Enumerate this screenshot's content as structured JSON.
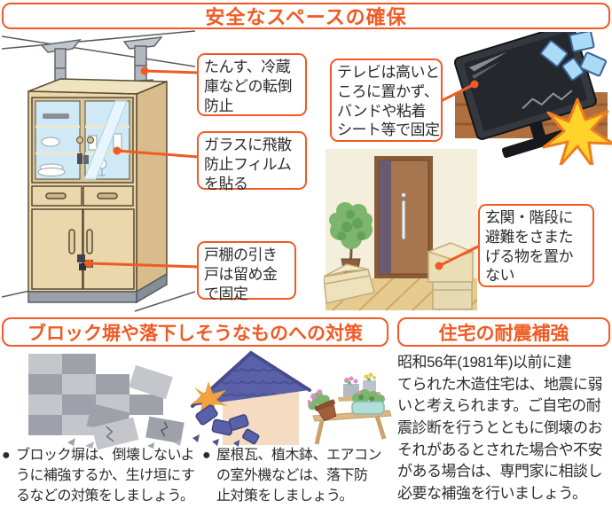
{
  "title": "安全なスペースの確保",
  "colors": {
    "accent": "#f15a24",
    "text": "#2b2b2b"
  },
  "callouts": {
    "tansu": "たんす、冷蔵\n庫などの転倒\n防止",
    "glass": "ガラスに飛散\n防止フィルム\nを貼る",
    "todana": "戸棚の引き\n戸は留め金\nで固定",
    "tv": "テレビは高いと\nころに置かず、\nバンドや粘着\nシート等で固定",
    "genkan": "玄関・階段に\n避難をさまた\nげる物を置か\nない"
  },
  "sections": {
    "block_wall": {
      "heading": "ブロック塀や落下しそうなものへの対策",
      "bullets": [
        {
          "marker": "●",
          "text": "ブロック塀は、倒壊しないよ\nうに補強するか、生け垣にす\nるなどの対策をしましょう。"
        },
        {
          "marker": "●",
          "text": "屋根瓦、植木鉢、エアコン\nの室外機などは、落下防\n止対策をしましょう。"
        }
      ]
    },
    "reinforce": {
      "heading": "住宅の耐震補強",
      "body": "昭和56年(1981年)以前に建\nてられた木造住宅は、地震に弱\nいと考えられます。ご自宅の耐\n震診断を行うとともに倒壊のお\nそれがあるとされた場合や不安\nがある場合は、専門家に相談し\n必要な補強を行いましょう。"
    }
  }
}
